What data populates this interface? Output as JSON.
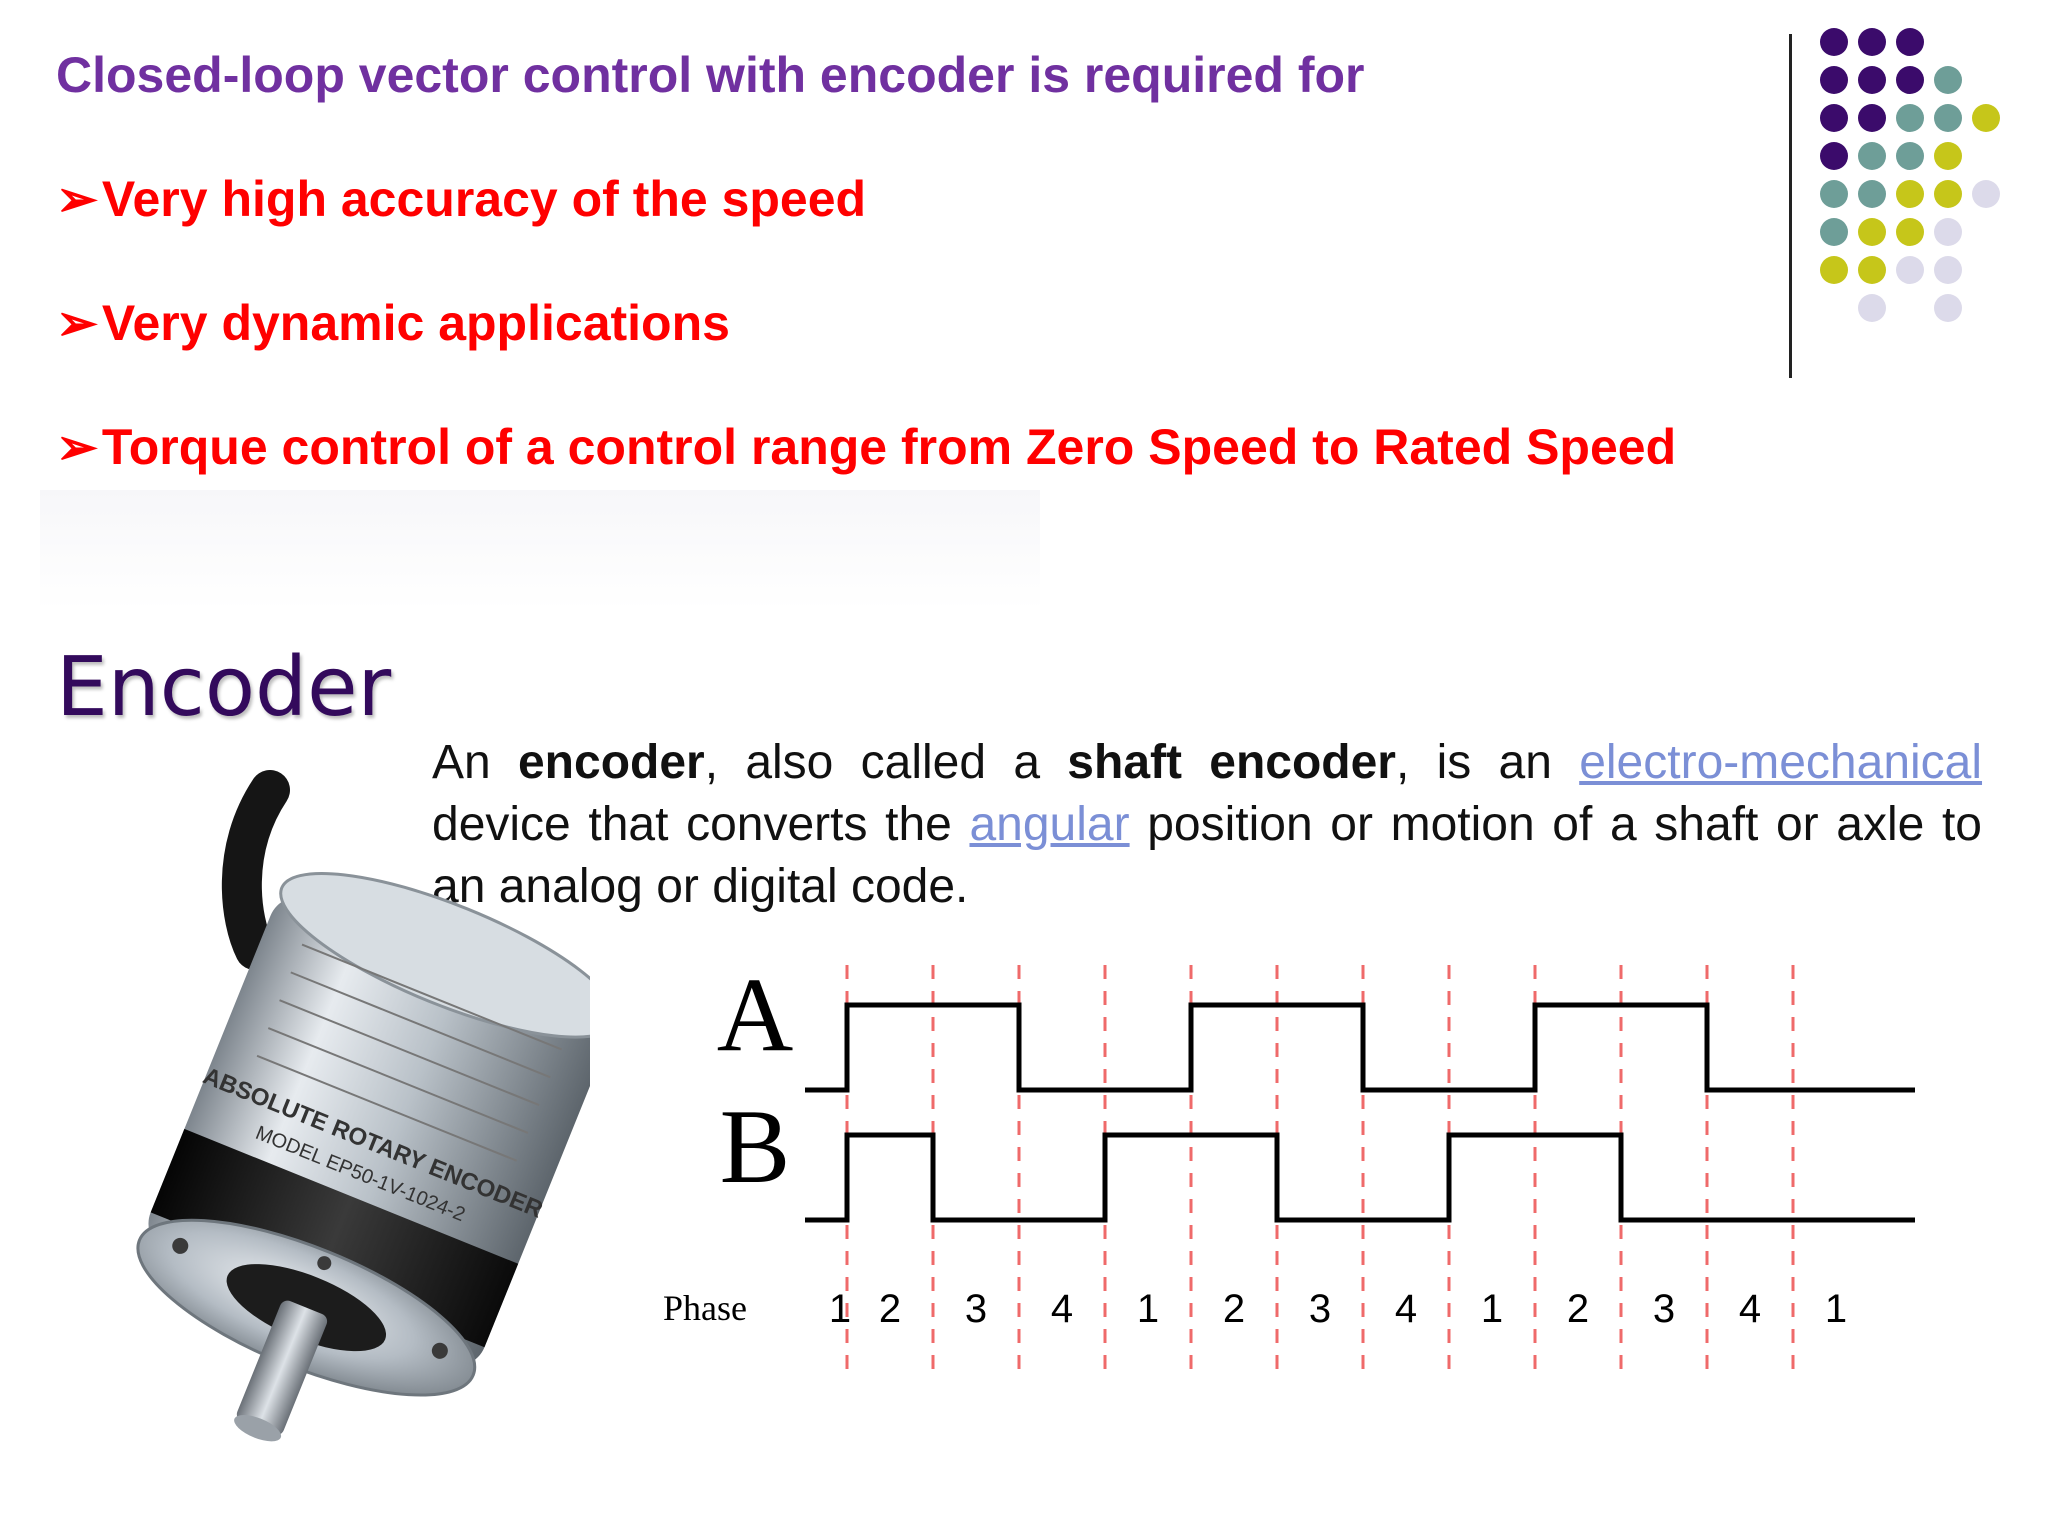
{
  "intro": "Closed-loop vector control with encoder is required for",
  "bullet_symbol": "➢",
  "bullets": [
    "Very high accuracy of the speed",
    "Very dynamic applications",
    "Torque control of a control range from Zero Speed to Rated Speed"
  ],
  "heading": "Encoder",
  "paragraph": {
    "w1": "An ",
    "w2": "encoder",
    "w3": ", also called a ",
    "w4": "shaft encoder",
    "w5": ", is an ",
    "link1": "electro-mechanical",
    "w6": " device that converts the ",
    "link2": "angular",
    "w7": " position or motion of a shaft or axle to an analog or digital code."
  },
  "photo": {
    "label_lines": [
      "ABSOLUTE ROTARY ENCODER",
      "MODEL  EP50-1V-1024-2"
    ]
  },
  "diagram": {
    "channel_a": "A",
    "channel_b": "B",
    "phase_label": "Phase",
    "phases": [
      "1",
      "2",
      "3",
      "4",
      "1",
      "2",
      "3",
      "4",
      "1",
      "2",
      "3",
      "4",
      "1"
    ],
    "signal_a": [
      0,
      1,
      1,
      0,
      0,
      1,
      1,
      0,
      0,
      1,
      1,
      0,
      0
    ],
    "signal_b": [
      0,
      1,
      0,
      0,
      1,
      1,
      0,
      0,
      1,
      1,
      0,
      0,
      0
    ]
  },
  "dot_colors": {
    "purple": "#3b0b6b",
    "teal": "#6e9e98",
    "olive": "#c6c61a",
    "lavender": "#dcdaea"
  },
  "dot_grid": [
    [
      "purple",
      "purple",
      "purple",
      null,
      null
    ],
    [
      "purple",
      "purple",
      "purple",
      "teal",
      null
    ],
    [
      "purple",
      "purple",
      "teal",
      "teal",
      "olive"
    ],
    [
      "purple",
      "teal",
      "teal",
      "olive",
      null
    ],
    [
      "teal",
      "teal",
      "olive",
      "olive",
      "lavender"
    ],
    [
      "teal",
      "olive",
      "olive",
      "lavender",
      null
    ],
    [
      "olive",
      "olive",
      "lavender",
      "lavender",
      null
    ],
    [
      null,
      "lavender",
      null,
      "lavender",
      null
    ]
  ]
}
